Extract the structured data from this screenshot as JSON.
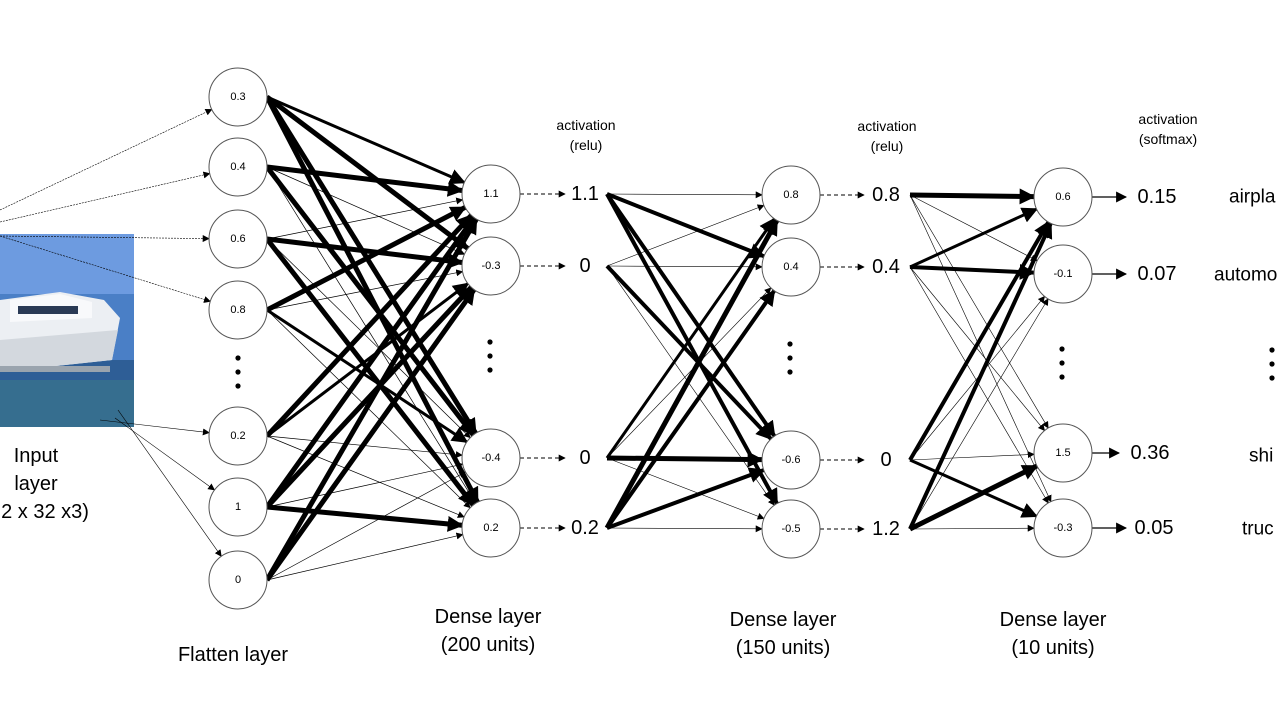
{
  "input_layer": {
    "line1": "Input",
    "line2": "layer",
    "line3": "2 x 32 x3)"
  },
  "flatten_layer": {
    "values": [
      "0.3",
      "0.4",
      "0.6",
      "0.8",
      "0.2",
      "1",
      "0"
    ],
    "label": "Flatten layer"
  },
  "dense1": {
    "values": [
      "1.1",
      "-0.3",
      "-0.4",
      "0.2"
    ],
    "activation_line1": "activation",
    "activation_line2": "(relu)",
    "outputs": [
      "1.1",
      "0",
      "0",
      "0.2"
    ],
    "label_line1": "Dense layer",
    "label_line2": "(200 units)"
  },
  "dense2": {
    "values": [
      "0.8",
      "0.4",
      "-0.6",
      "-0.5"
    ],
    "activation_line1": "activation",
    "activation_line2": "(relu)",
    "outputs": [
      "0.8",
      "0.4",
      "0",
      "1.2"
    ],
    "label_line1": "Dense layer",
    "label_line2": "(150 units)"
  },
  "dense3": {
    "values": [
      "0.6",
      "-0.1",
      "1.5",
      "-0.3"
    ],
    "activation_line1": "activation",
    "activation_line2": "(softmax)",
    "outputs": [
      "0.15",
      "0.07",
      "0.36",
      "0.05"
    ],
    "label_line1": "Dense layer",
    "label_line2": "(10 units)"
  },
  "classes": [
    "airpla",
    "automo",
    "shi",
    "truc"
  ],
  "colors": {
    "stroke": "#000000",
    "node_border": "#555555",
    "photo_sky": "#3f78c8",
    "photo_sea": "#2f6aa8"
  },
  "icons": {
    "ellipsis": "vertical-dots-icon",
    "photo": "boat-photo"
  }
}
